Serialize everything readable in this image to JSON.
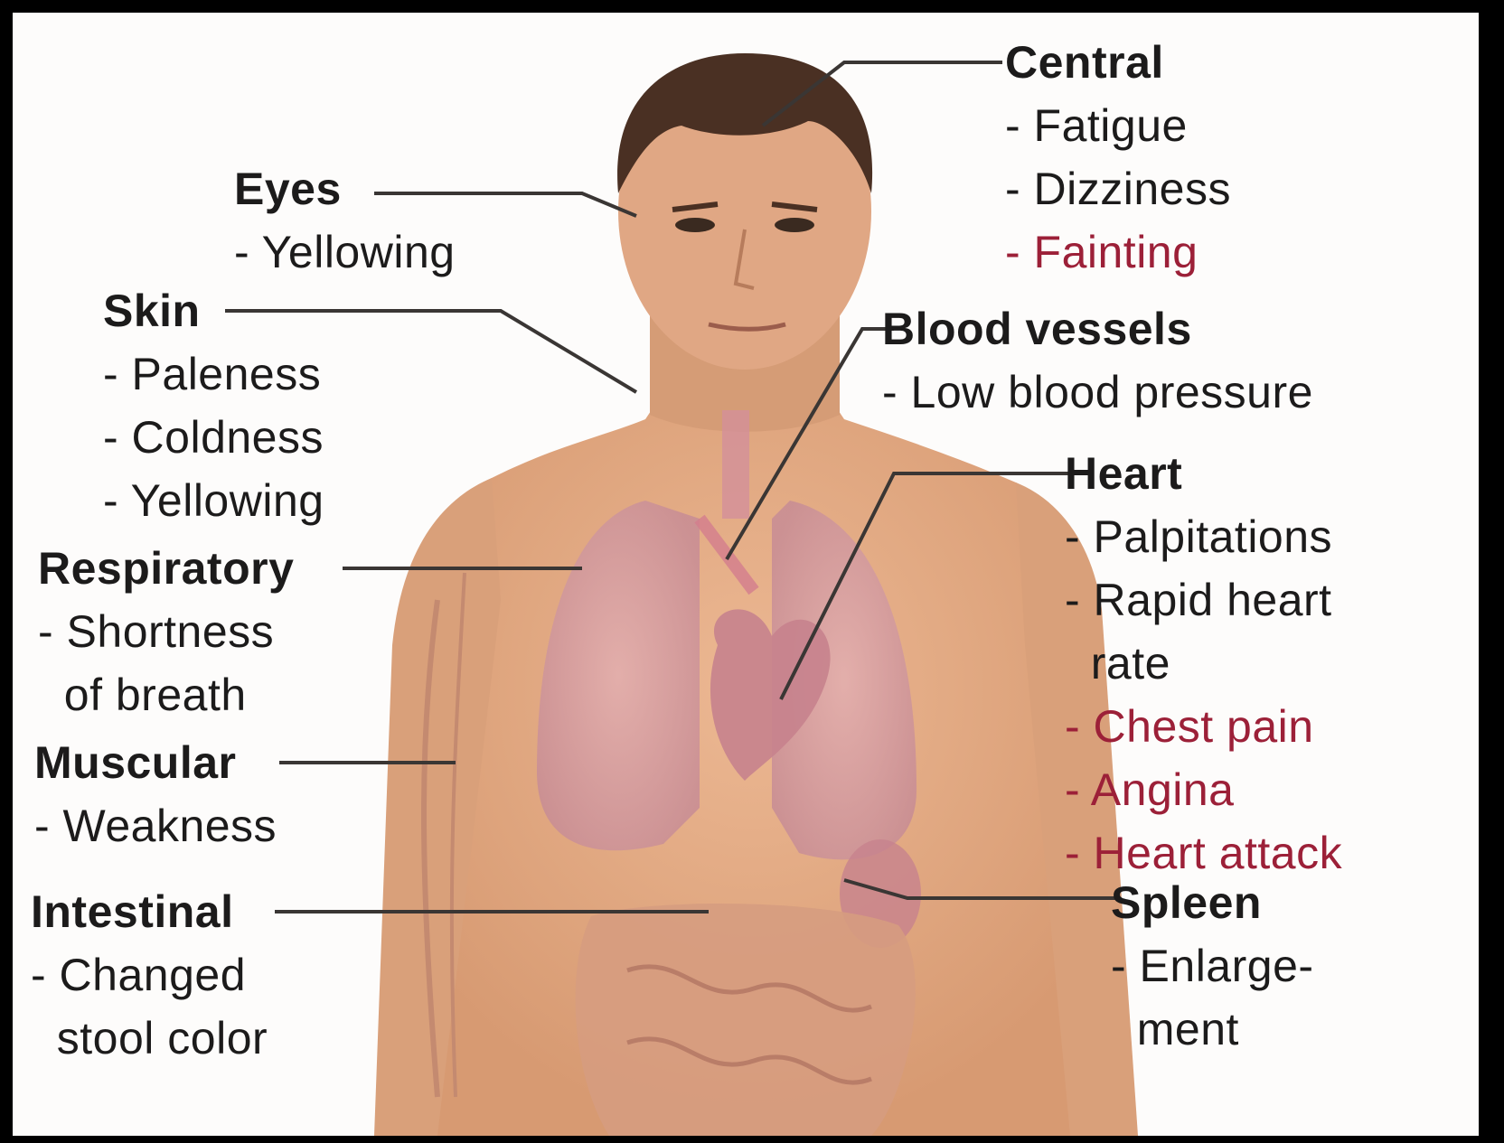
{
  "colors": {
    "background": "#fdfcfb",
    "frame": "#000000",
    "text": "#1c1b1b",
    "severe_symptom": "#9c2038",
    "leader_line": "#3a3634",
    "skin": "#e3a982",
    "hair": "#4a3023",
    "organ": "#c98f97"
  },
  "figure": {
    "description_icon": "male-torso-anatomy-illustration"
  },
  "groups": [
    {
      "id": "eyes",
      "title": "Eyes",
      "symptoms": [
        {
          "text": "- Yellowing",
          "severe": false
        }
      ]
    },
    {
      "id": "skin",
      "title": "Skin",
      "symptoms": [
        {
          "text": "- Paleness",
          "severe": false
        },
        {
          "text": "- Coldness",
          "severe": false
        },
        {
          "text": "- Yellowing",
          "severe": false
        }
      ]
    },
    {
      "id": "respiratory",
      "title": "Respiratory",
      "symptoms": [
        {
          "text": "- Shortness",
          "severe": false
        },
        {
          "text": "  of breath",
          "severe": false
        }
      ]
    },
    {
      "id": "muscular",
      "title": "Muscular",
      "symptoms": [
        {
          "text": "- Weakness",
          "severe": false
        }
      ]
    },
    {
      "id": "intestinal",
      "title": "Intestinal",
      "symptoms": [
        {
          "text": "- Changed",
          "severe": false
        },
        {
          "text": "  stool color",
          "severe": false
        }
      ]
    },
    {
      "id": "central",
      "title": "Central",
      "symptoms": [
        {
          "text": "- Fatigue",
          "severe": false
        },
        {
          "text": "- Dizziness",
          "severe": false
        },
        {
          "text": "- Fainting",
          "severe": true
        }
      ]
    },
    {
      "id": "blood-vessels",
      "title": "Blood vessels",
      "symptoms": [
        {
          "text": "- Low blood pressure",
          "severe": false
        }
      ]
    },
    {
      "id": "heart",
      "title": "Heart",
      "symptoms": [
        {
          "text": "- Palpitations",
          "severe": false
        },
        {
          "text": "- Rapid heart",
          "severe": false
        },
        {
          "text": "  rate",
          "severe": false
        },
        {
          "text": "- Chest pain",
          "severe": true
        },
        {
          "text": "- Angina",
          "severe": true
        },
        {
          "text": "- Heart attack",
          "severe": true
        }
      ]
    },
    {
      "id": "spleen",
      "title": "Spleen",
      "symptoms": [
        {
          "text": "- Enlarge-",
          "severe": false
        },
        {
          "text": "  ment",
          "severe": false
        }
      ]
    }
  ]
}
